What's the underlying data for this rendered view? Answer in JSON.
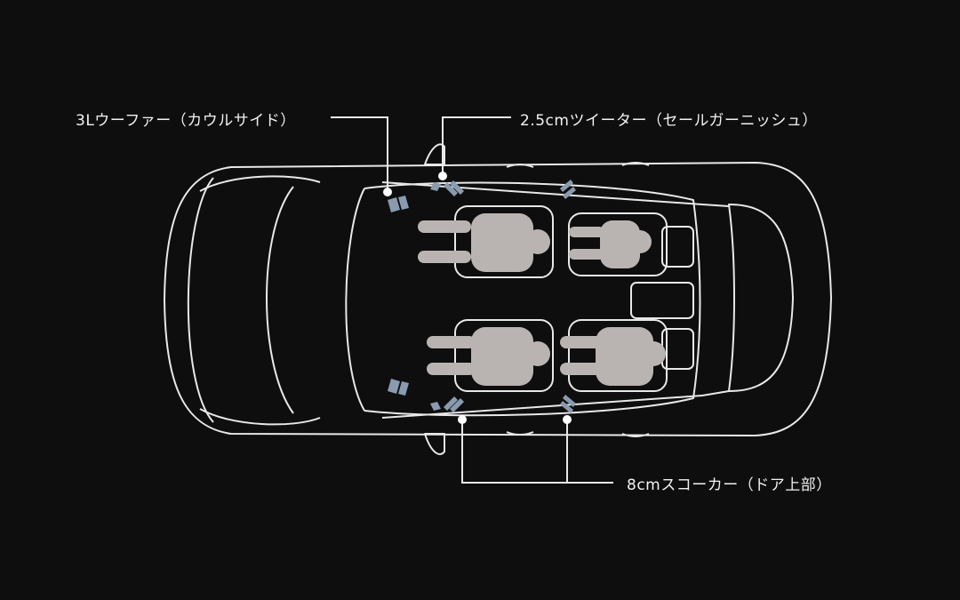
{
  "labels": {
    "woofer": "3Lウーファー（カウルサイド）",
    "tweeter": "2.5cmツイーター（セールガーニッシュ）",
    "squawker": "8cmスコーカー（ドア上部）"
  },
  "colors": {
    "background": "#0e0e0e",
    "outline": "#e8e8e8",
    "speaker": "#8a9bb0",
    "occupant": "#b9b4b2"
  }
}
